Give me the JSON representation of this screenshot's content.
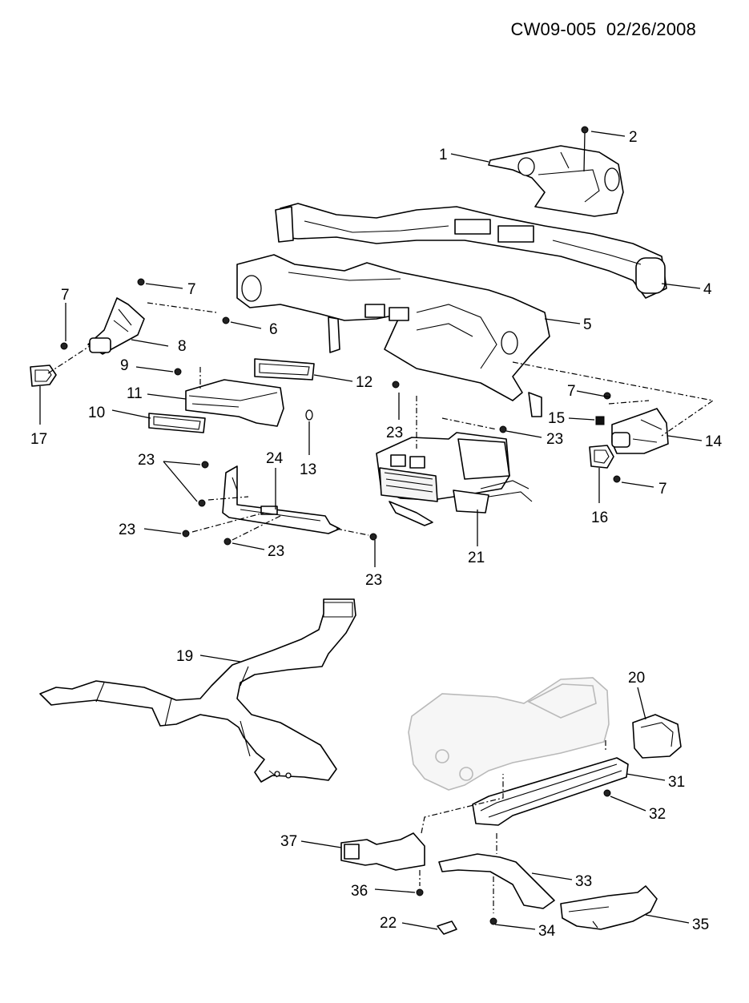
{
  "document": {
    "code": "CW09-005",
    "date": "02/26/2008"
  },
  "callouts": {
    "c1": "1",
    "c2": "2",
    "c4": "4",
    "c5": "5",
    "c6": "6",
    "c7a": "7",
    "c7b": "7",
    "c7c": "7",
    "c7d": "7",
    "c8": "8",
    "c9": "9",
    "c10": "10",
    "c11": "11",
    "c12": "12",
    "c13": "13",
    "c14": "14",
    "c15": "15",
    "c16": "16",
    "c17": "17",
    "c19": "19",
    "c20": "20",
    "c21": "21",
    "c22": "22",
    "c23a": "23",
    "c23b": "23",
    "c23c": "23",
    "c23d": "23",
    "c23e": "23",
    "c23f": "23",
    "c24": "24",
    "c31": "31",
    "c32": "32",
    "c33": "33",
    "c34": "34",
    "c35": "35",
    "c36": "36",
    "c37": "37"
  }
}
